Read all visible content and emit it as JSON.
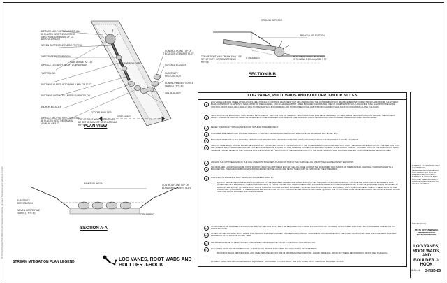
{
  "side_text": "N:\\STD\\V8\\SHEETS\\D-NSD-26.dgn  Standard Drawings - Erosion Prevention and Sediment Control",
  "plan_view": {
    "title": "PLAN VIEW",
    "labels": {
      "surface_footer_logs": "SURFACE AND FOOTER LOGS SHALL BE PLACED INTO THE EXISTING SUBSTRATE A MINIMUM OF 1/2 BANKFULL WIDTH",
      "woven_geotextile": "WOVEN GEOTEXTILE FABRIC (TYPE III)",
      "substrate_restoration": "SUBSTRATE RESTORATION",
      "surface_log_slight_downgrade": "SURFACE LOG WITH SLIGHT DOWNGRADE",
      "footer_log": "FOOTER LOG",
      "vane_angle": "VANE ANGLE 20° - 30°",
      "root_wad_bottom": "ROOT WAD BURIED INTO BANK A MIN. OF 10 FT.",
      "root_wad_installed": "ROOT WAD INSTALLED UNDER SURFACE LOG",
      "anchor_boulder": "ANCHOR BOULDER",
      "surface_footer_logs_2": "SURFACE AND FOOTER LOGS SHALL BE PLACED INTO THE BANK A MINIMUM OF 5 FT.",
      "footer_boulder": "FOOTER BOULDER",
      "top_of_root_wad": "TOP OF ROOT WAD TRUNK SHALL BE SET AT ELEV. OF DOWNSTREAM RIFFLE",
      "streambed": "STREAMBED",
      "anchor_boulder_2": "ANCHOR BOULDER",
      "control_point": "CONTROL POINT TOP OF BOULDER AT INVERT ELEV.",
      "surface_boulder": "SURFACE BOULDER",
      "substrate_restoration_2": "SUBSTRATE RESTORATION",
      "non_woven": "NON-WOVEN GEOTEXTILE FABRIC (TYPE III)",
      "sill_boulder": "SILL BOULDER"
    }
  },
  "section_aa": {
    "title": "SECTION A-A",
    "labels": {
      "bankfull_width": "BANKFULL WIDTH",
      "control_point": "CONTROL POINT TOP OF BOULDER AT INVERT ELEV.",
      "substrate_restoration": "SUBSTRATE RESTORATION",
      "woven_geotextile": "WOVEN GEOTEXTILE FABRIC (TYPE III)",
      "streambed": "STREAM BED"
    }
  },
  "section_bb": {
    "title": "SECTION B-B",
    "labels": {
      "ground_surface": "GROUND SURFACE",
      "bankfull_elevation": "BANKFULL ELEVATION",
      "top_of_root_wad": "TOP OF ROOT WAD TRUNK SHALL BE SET AT ELEV. OF DOWNSTREAM RIFFLE",
      "streambed": "STREAMBED",
      "root_wad_buried": "ROOT WAD SHALL BE BURIED INTO BANK A MINIMUM OF 5 FT."
    }
  },
  "notes": {
    "title": "LOG VANES, ROOT WADS AND BOULDER J-HOOK NOTES",
    "items": [
      {
        "num": "1",
        "text": "LOG VANES AND LOG VANES WITH J-HOOKS ARE HYDRAULIC CONTROL MEASURES THAT ARE USED ALONG THE OUTSIDE BANKS OF MEANDER BENDS TO DIRECT FLOW AWAY FROM THE STREAM BANK. CONSTRUCT FLOWS INTO THE CENTER OF THE CHANNEL, AND ENHANCE HABITAT. WHEN BOULDER J-HOOKS ARE USED IN COMBINATION WITH LOG VANES, THEY ALSO PROVIDE GRADE CONTROL. ROOT WADS ARE USUALLY WILL TO PREVENT SCOUR DOWNBANK AND TO PROVIDE COVER HABITAT FOR FISH AND OTHER AQUATIC ORGANISMS ALONG THE BANK."
      },
      {
        "num": "2",
        "text": "THE LOCATION OF EACH ROOT WAD SHOULD BE PLACED AT THE POSITION OF THE ROOT WAD STRUCTURE WILL BE DETERMINED BY THE STREAM RESTORATION DATA TABLE IN THE PROJECT PLANS. STREAM MITIGATION SHALL BE OBSERVED BY THE ENGINEER. AT A MINIMUM, THE BANKFULL WIDTH MINIMUM LOG AND BOULDER DIMENSIONS SHALL BE PROVIDED."
      },
      {
        "num": "3",
        "text": "REFER TO D-NSD-27 \"SPECIAL NOTES FOR NATURAL STREAM DESIGN\"."
      },
      {
        "num": "4",
        "text": "LOGS SHALL BE RELATIVELY STRAIGHT, RECENTLY HARVESTED AND DECAY RESISTANT SPECIES SUCH AS CEDAR, WHITE OAK, ETC."
      },
      {
        "num": "5",
        "text": "BOULDERS PRESENT IN THE EXISTING STREAM THAT MEETING THE SPECIFIED TYPE AND SIZE SHOULD BE USED IN THE RESTORED CHANNEL SEGMENT."
      },
      {
        "num": "6",
        "text": "THE LOG VANE SHALL EXTEND FROM THE STREAM BOTTOM ELEVATION OF ITS INSERTION INTO THE STREAM BED TO BANKFULL WIDTH TO ONLY THE BANKFULL ELEVATION AT ITS INSERTION INTO THE STREAM BANK. SURFACE LOGS AND FOOTER LOGS SHALL BE PLACED ON ONE OR MORE FOOTER LOGS ALONG ITS LENGTH AND A ROOT WAD AT ITS INSERTION INTO THE BANK. ROOT WADS SHALL BE PLACED BENEATH THE SURFACE LOG AND PLACED SO THAT IT LOCKS THE SURFACE LOG INTO THE BANK. SURFACE AND FOOTER LOGS ARE SUBSTRATE SHALL BE BACKFILLED."
      },
      {
        "num": "7",
        "text": "ANCHOR THE UPSTREAM END OF THE LOG VANE WITH BOULDERS PLACED ON TOP OF THE SURFACE LOG AND AT THE CHANNEL INVERT ELEVATION."
      },
      {
        "num": "8",
        "text": "THE BOULDER J-HOOK SHOULD BE CONSTRUCTED FROM THE UPSTREAM END OF THE LOG VANE, ACROSS THE REMAINING TWO-THIRDS OF THE BANKFULL CHANNEL, TERMINATING WITH A BOULDER SILL. THE SURFACE BOULDERS IN THE CENTER OF THE J-HOOK ARE SET AT THE INVERT ELEVATION OF THE STREAMBED."
      },
      {
        "num": "9",
        "text": "CONSTRUCT LOG VANES, ROOT WADS AND BOULDER J-HOOK BY:"
      },
      {
        "num": "",
        "text": "(a) FIRST SHAPE THE CHANNEL AND FLOODPLAIN TO THE SPECIFIED GRADES AND DIMENSIONS. (b) NEXT, EXCAVATE ENOUGH MATERIAL TO PLACE THE LOGS AND/OR BOULDERS, NON-WOVEN GEOTEXTILE FABRIC (TYPE III) AND BACKFILL. (c) PLACE FOOTER LOG OR BOULDERS AND SURFACE BOULDERS AT THE CHANNEL INVERT WITH THE SURFACE LOG OR BOULDERS AT BANKFULL ELEVATION. (d) PLACE ROOT WADS, SURFACE LOG AND ANCHOR BOULDERS. (e) ALIGN NON-WOVEN GEOTEXTILE FABRIC (TYPE III) ALONG THE ENTIRE UPSTREAM FACE OF THE STRUCTURE. (f) BACKFILL TO THE BANKFULL ELEVATION WITH ON-SITE SUBSTRATE RESTORATION MATERIAL. (g) ONCE THE STRUCTURE IS INSTALLED, EXCAVATE THE DOWNSTREAM SCOUR POOL AND PLACE BOULDER SILL DOWNSTREAM."
      },
      {
        "num": "10",
        "text": "IN CROSSINGS OF CHANNEL AND BANKFULL WIDTH, THE LOGS WILL LIKELY BE REQUIRED FOLLOWING INSTALLATION OF INSTREAM STRUCTURES AND SHALL BE CONSIDERED INCIDENTAL TO CONSTRUCTION."
      },
      {
        "num": "11",
        "text": "IN LIEU OF THE LOG VANE, ROOT WADS, AND J-HOOKS SHALL BE FINISHED TO A NEAT AND COMPACT SURFACE IN ACCORDANCE WITH THE PLANS. ALL FOOTER LOGS AND BOULDERS SHALL BE PLACED SO AS TO PROVIDE A TIGHT SEAL."
      },
      {
        "num": "12",
        "text": "ALL MATERIALS ARE TO BE APPROVED BY ENGINEER OR DESIGNATED ON-SITE CONSTRUCTION INSPECTOR."
      },
      {
        "num": "13",
        "text": "LOG VANES, ROOT WADS AND BOULDER J-HOOK SHALL BE PAID FOR UNDER THE FOLLOWING ITEM NUMBERS:"
      },
      {
        "num": "",
        "text": "209-09.30  STREAM RESTORATION - LOG VANE PER LINEAR FOOT.   209-09.36  STREAM RESTORATION - J-HOOK PER EACH.   209-09.38  STREAM RESTORATION - ROOT WAD, PER EACH."
      },
      {
        "num": "",
        "text": "PAYMENT SHALL INCLUDE ALL MATERIALS, EQUIPMENT, AND LABOR TO CONSTRUCT THE LOG VANES, ROOT WADS AND BOULDER J-HOOK."
      }
    ]
  },
  "right_column": {
    "material_note": "MATERIAL SHOWN AND ONLY A GRAPHICAL REPRESENTATION AND MAY NOT DEPICT THE ACTUAL DIMENSIONS, OR SIZING MATERIALS. STRUCTURES SHALL BE APPROPRIATELY CONSTRUCTED IN STREAM OF THE CHANNEL.",
    "not_to_scale": "NOT TO SCALE",
    "state": "STATE OF TENNESSEE DEPARTMENT OF TRANSPORTATION",
    "title": "LOG VANES, ROOT WADS, AND BOULDER J-HOOK",
    "date": "11-01-16",
    "sheet_id": "D-NSD-26"
  },
  "legend": {
    "heading": "STREAM MITIGATION PLAN LEGEND:",
    "name": "LOG VANES, ROOT WADS AND BOULDER J-HOOK"
  }
}
